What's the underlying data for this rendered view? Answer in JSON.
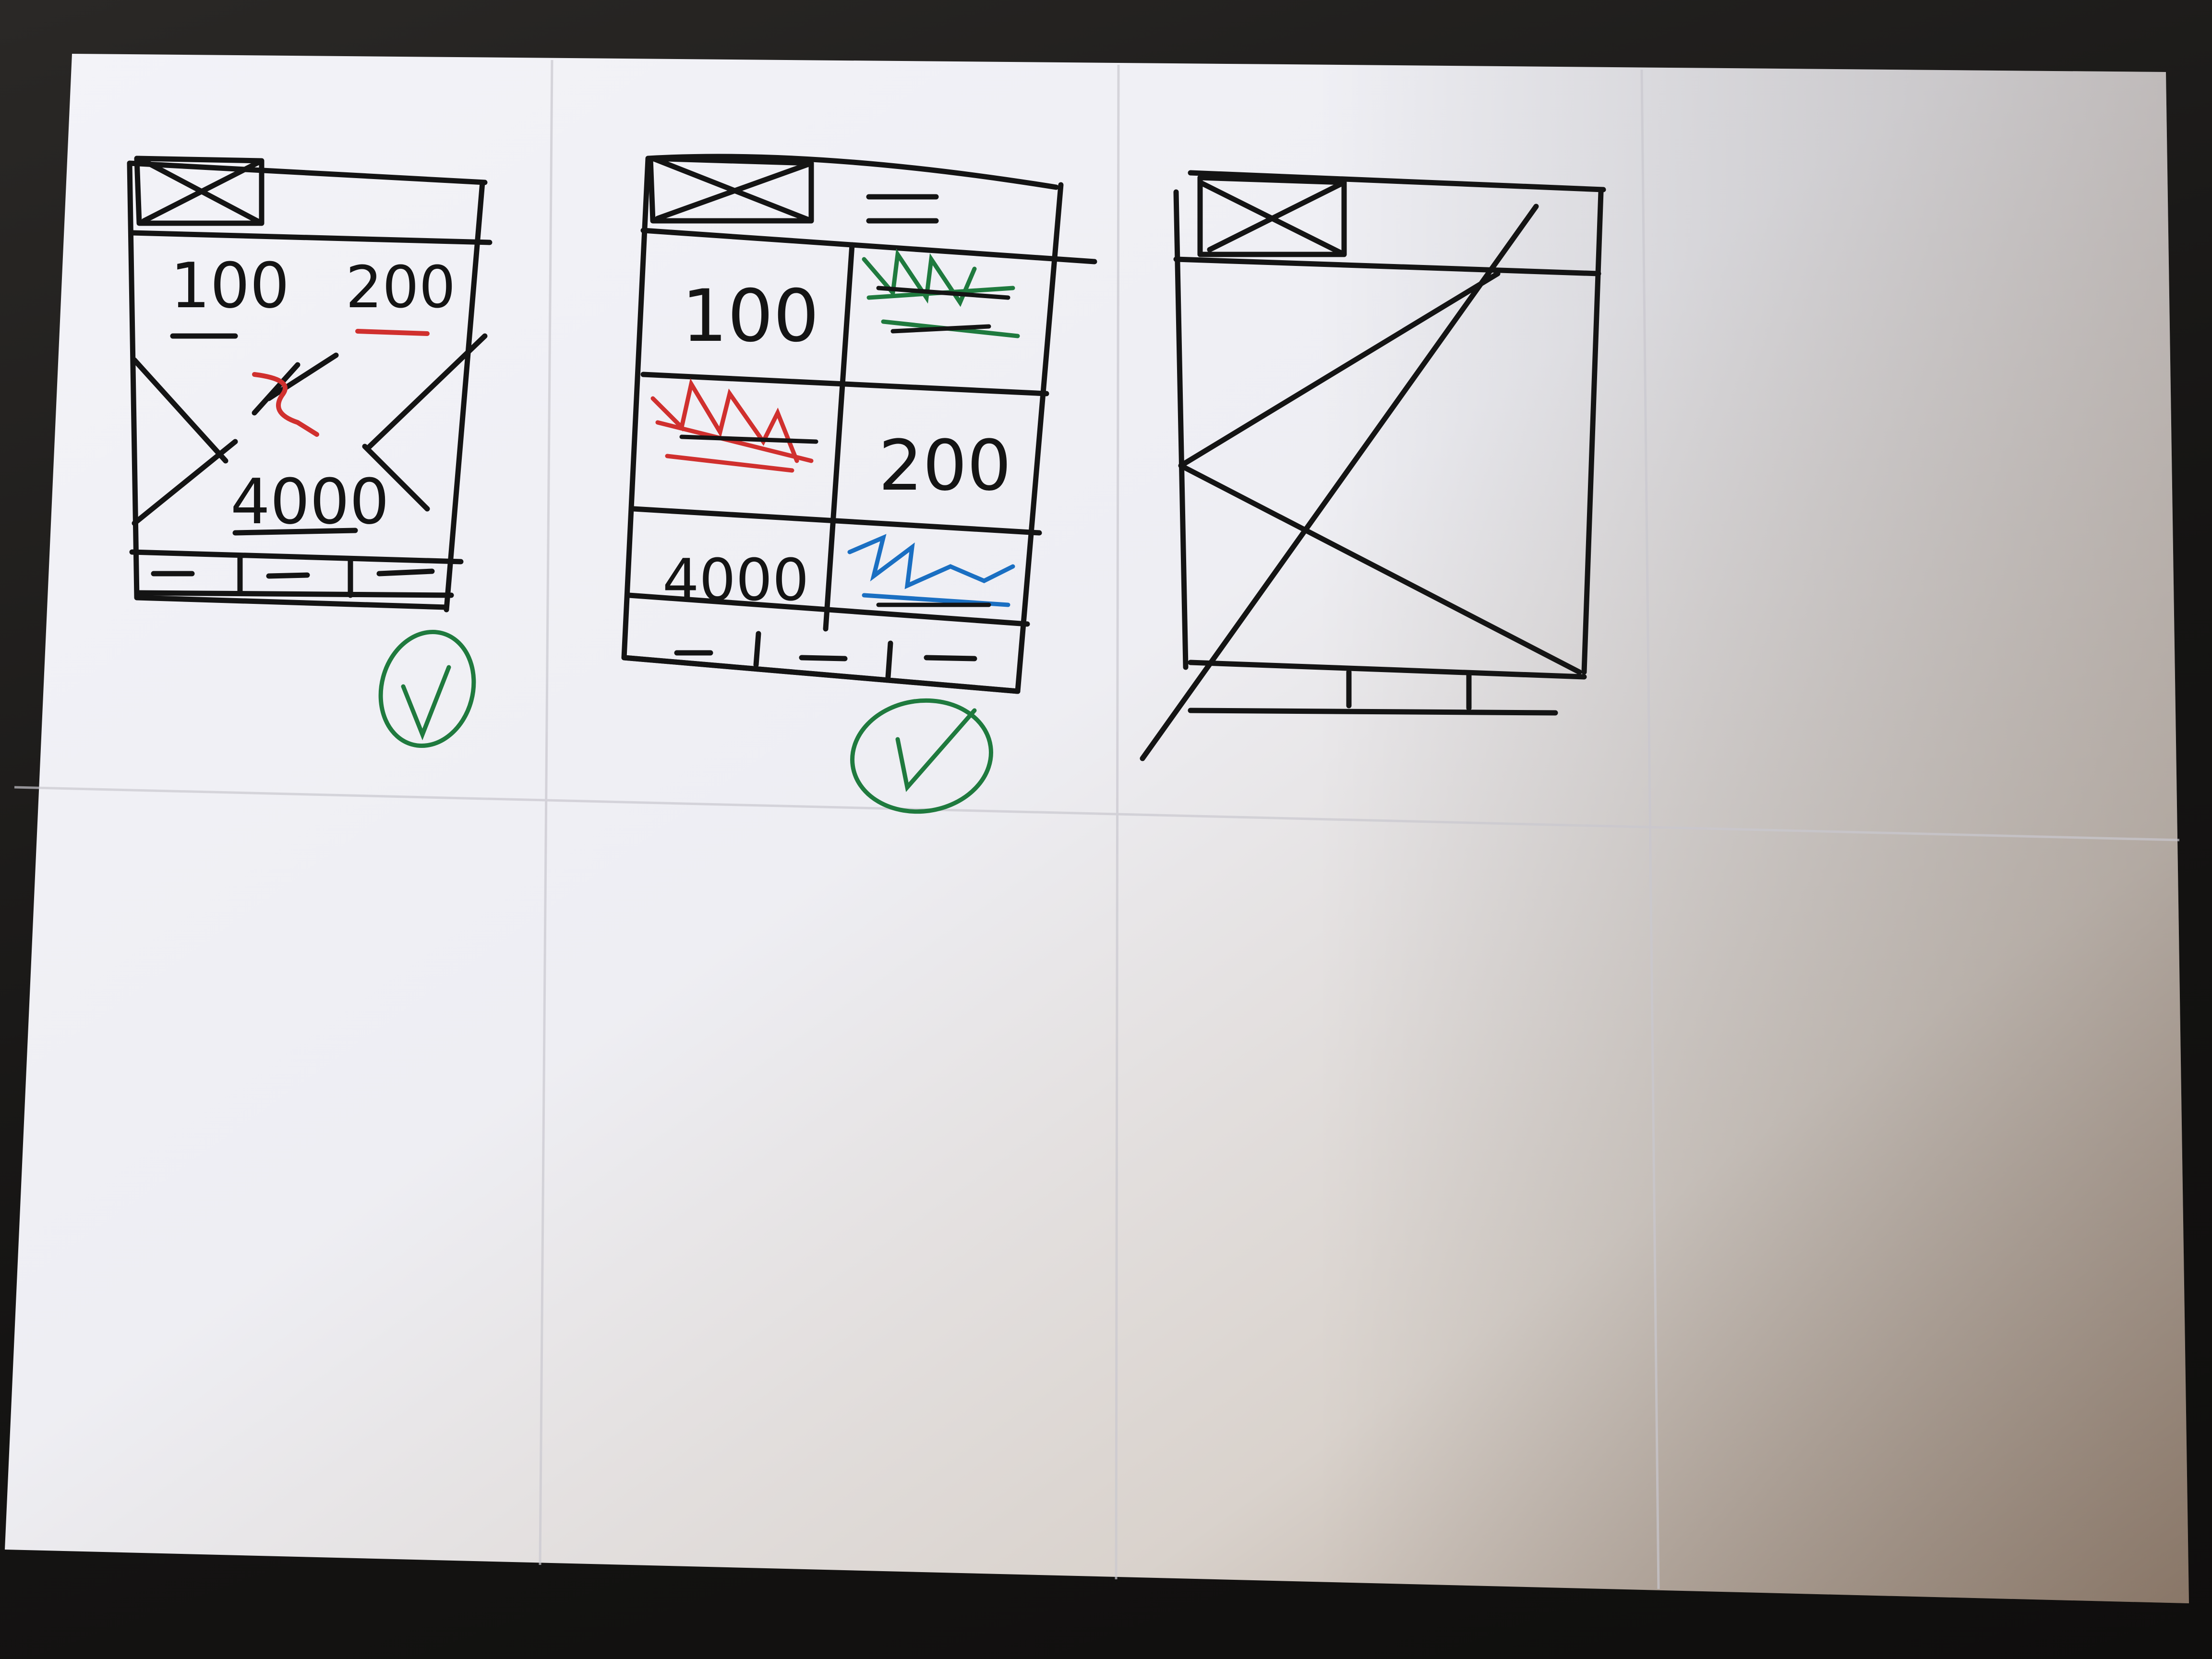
{
  "sketches": {
    "first": {
      "value_left": "100",
      "value_right": "200",
      "value_bottom": "4000"
    },
    "second": {
      "cell_1": "100",
      "cell_4": "200",
      "cell_5": "4000"
    }
  },
  "colors": {
    "ink": "#141414",
    "red_marker": "#d0302e",
    "green_marker": "#1f7a3e",
    "blue_marker": "#1a6fc2",
    "paper": "#f4f4f7"
  }
}
